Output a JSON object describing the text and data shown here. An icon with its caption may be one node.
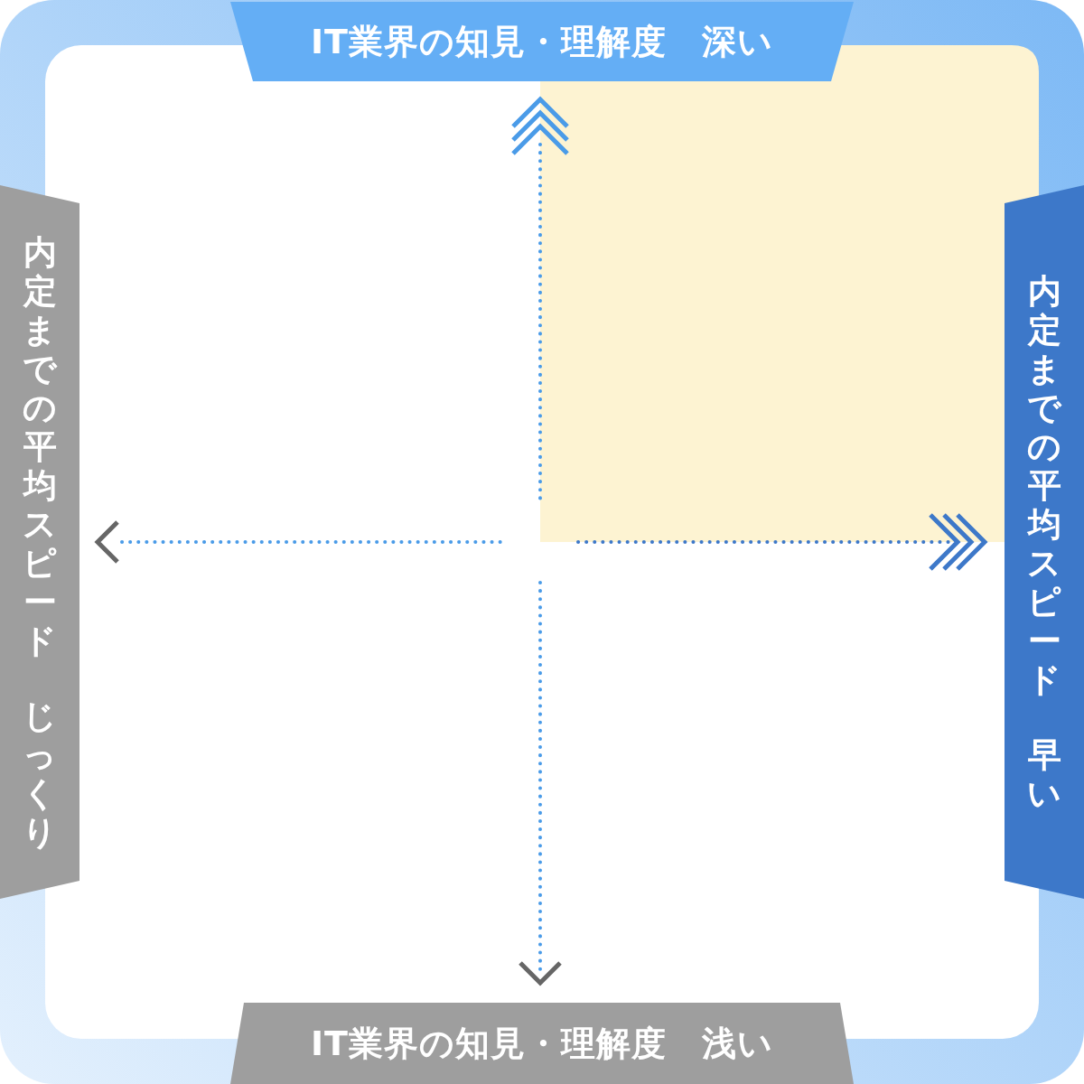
{
  "diagram": {
    "nodes": [
      {
        "text": [
          "IT業界の知見・理解度　深い"
        ]
      },
      {
        "text": [
          "内定までの平均スピード",
          "じっくり"
        ]
      },
      {
        "text": [
          "内定までの平均スピード",
          "早い"
        ]
      },
      {
        "text": [
          "IT業界の知見・理解度　浅い"
        ]
      }
    ]
  }
}
